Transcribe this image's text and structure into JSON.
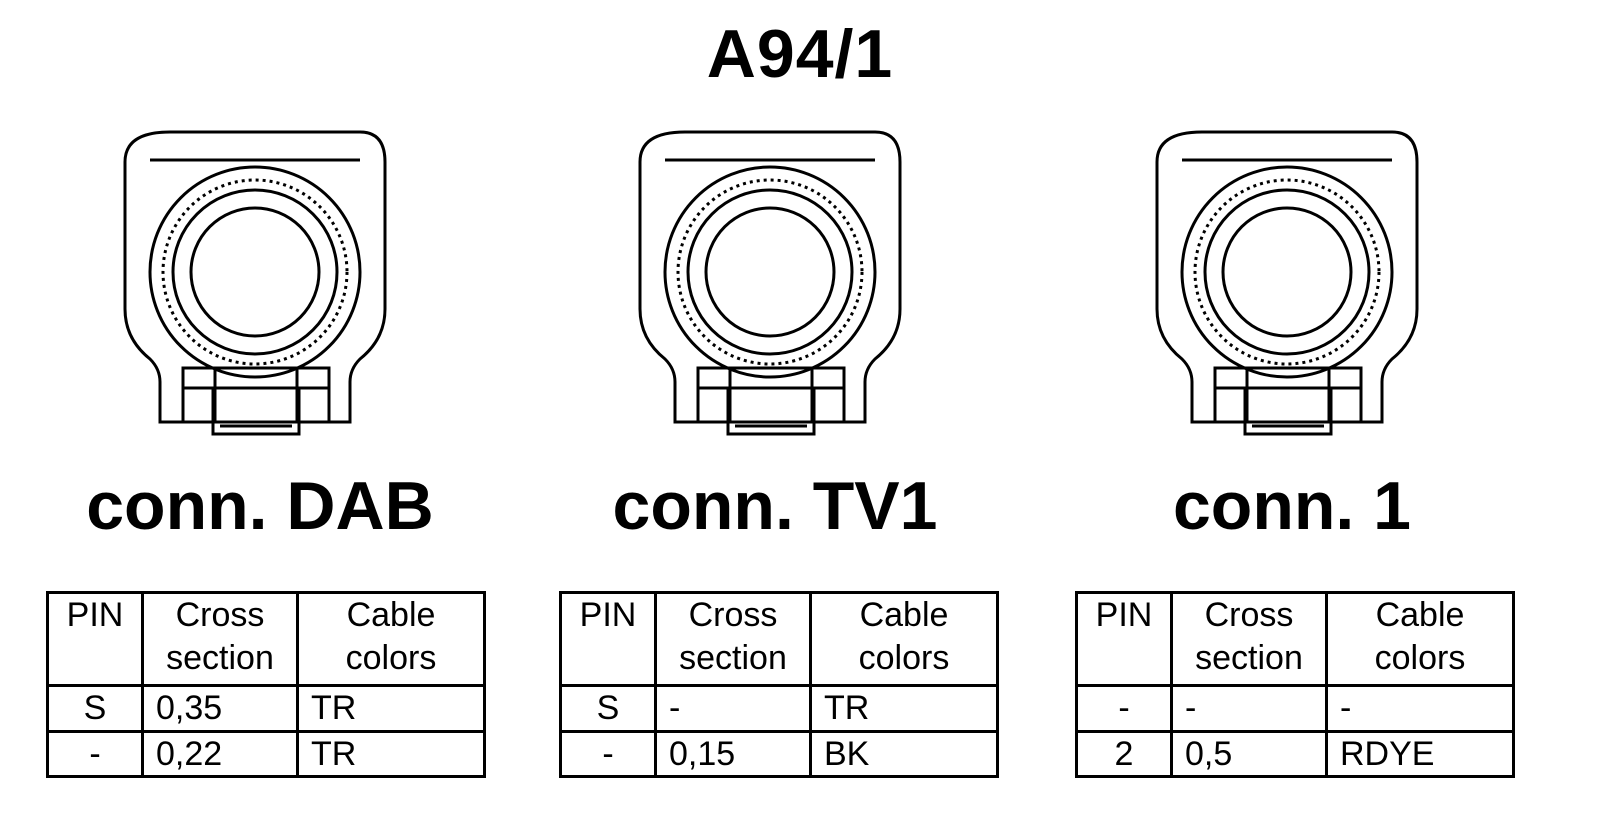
{
  "title": "A94/1",
  "headers": {
    "pin": "PIN",
    "cross": [
      "Cross",
      "section"
    ],
    "color": [
      "Cable",
      "colors"
    ]
  },
  "connectors": [
    {
      "label": "conn. DAB",
      "rows": [
        {
          "pin": "S",
          "cross": "0,35",
          "color": "TR"
        },
        {
          "pin": "-",
          "cross": "0,22",
          "color": "TR"
        }
      ]
    },
    {
      "label": "conn. TV1",
      "rows": [
        {
          "pin": "S",
          "cross": "-",
          "color": "TR"
        },
        {
          "pin": "-",
          "cross": "0,15",
          "color": "BK"
        }
      ]
    },
    {
      "label": "conn. 1",
      "rows": [
        {
          "pin": "-",
          "cross": "-",
          "color": "-"
        },
        {
          "pin": "2",
          "cross": "0,5",
          "color": "RDYE"
        }
      ]
    }
  ]
}
